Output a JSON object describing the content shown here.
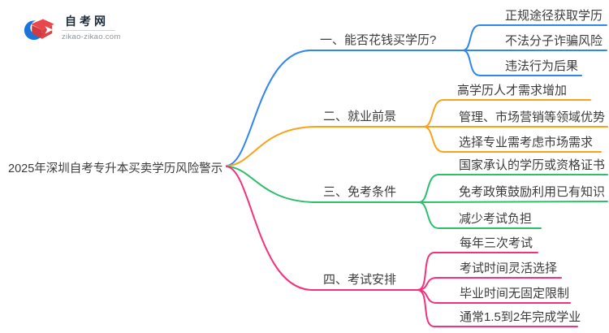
{
  "logo": {
    "title": "自考网",
    "domain": "zikao-zikao.com"
  },
  "root": {
    "label": "2025年深圳自考专升本买卖学历风险警示"
  },
  "colors": {
    "text": "#3c3c3c",
    "blue": "#2f86ee",
    "orange": "#f9a21b",
    "green": "#2ebe6e",
    "pink": "#f5317f"
  },
  "branches": [
    {
      "label": "一、能否花钱买学历?",
      "color": "#2f86ee",
      "children": [
        "正规途径获取学历",
        "不法分子诈骗风险",
        "违法行为后果"
      ]
    },
    {
      "label": "二、就业前景",
      "color": "#f9a21b",
      "children": [
        "高学历人才需求增加",
        "管理、市场营销等领域优势",
        "选择专业需考虑市场需求"
      ]
    },
    {
      "label": "三、免考条件",
      "color": "#2ebe6e",
      "children": [
        "国家承认的学历或资格证书",
        "免考政策鼓励利用已有知识",
        "减少考试负担"
      ]
    },
    {
      "label": "四、考试安排",
      "color": "#f5317f",
      "children": [
        "每年三次考试",
        "考试时间灵活选择",
        "毕业时间无固定限制",
        "通常1.5到2年完成学业"
      ]
    }
  ]
}
